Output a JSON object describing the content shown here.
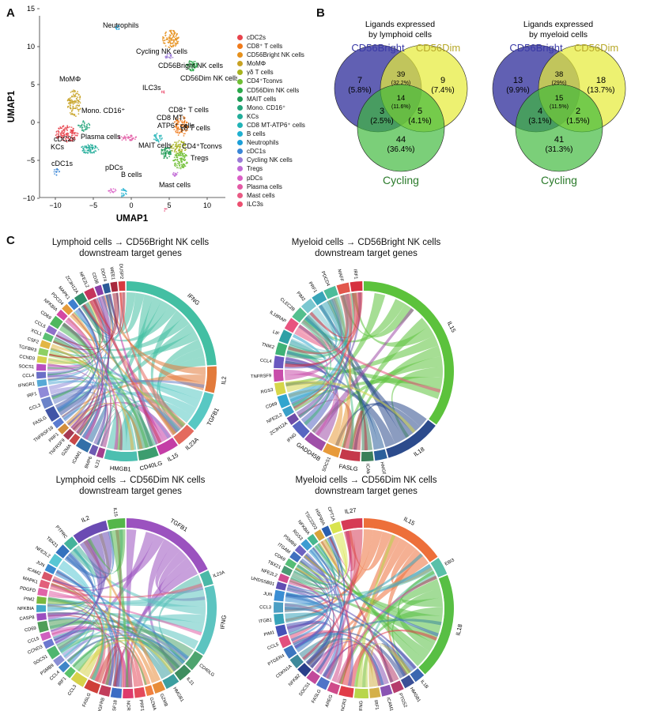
{
  "panels": {
    "a": "A",
    "b": "B",
    "c": "C"
  },
  "umap": {
    "xlabel": "UMAP1",
    "ylabel": "UMAP1",
    "xticks": [
      "−10",
      "−5",
      "0",
      "5",
      "10"
    ],
    "yticks": [
      "15",
      "10",
      "5",
      "0",
      "−5",
      "−10"
    ],
    "cluster_labels": [
      "Neutrophils",
      "Cycling NK cells",
      "CD56Bright NK cells",
      "CD56Dim NK cells",
      "ILC3s",
      "MoMΦ",
      "Mono. CD16⁺",
      "cDC2s",
      "KCs",
      "CD8 MT-",
      "ATP6⁺ cells",
      "Plasma cells",
      "CD8⁺ T cells",
      "γδ T cells",
      "MAIT cells",
      "CD4⁺Tconvs",
      "Tregs",
      "cDC1s",
      "pDCs",
      "B cells",
      "Mast cells"
    ],
    "legend": [
      {
        "label": "cDC2s",
        "color": "#e8434c"
      },
      {
        "label": "CD8⁺ T cells",
        "color": "#f07a1a"
      },
      {
        "label": "CD56Bright NK cells",
        "color": "#e6901c"
      },
      {
        "label": "MoMΦ",
        "color": "#c8a224"
      },
      {
        "label": "γδ T cells",
        "color": "#a7b31e"
      },
      {
        "label": "CD4⁺Tconvs",
        "color": "#6fbe33"
      },
      {
        "label": "CD56Dim NK cells",
        "color": "#2aa94a"
      },
      {
        "label": "MAIT cells",
        "color": "#1f9a55"
      },
      {
        "label": "Mono. CD16⁺",
        "color": "#23a47a"
      },
      {
        "label": "KCs",
        "color": "#22ad9a"
      },
      {
        "label": "CD8 MT-ATP6⁺ cells",
        "color": "#21b3b6"
      },
      {
        "label": "B cells",
        "color": "#1fb0d0"
      },
      {
        "label": "Neutrophils",
        "color": "#1c9fd8"
      },
      {
        "label": "cDC1s",
        "color": "#3a86d6"
      },
      {
        "label": "Cycling NK cells",
        "color": "#9a7ad6"
      },
      {
        "label": "Tregs",
        "color": "#c26bd6"
      },
      {
        "label": "pDCs",
        "color": "#da5fc6"
      },
      {
        "label": "Plasma cells",
        "color": "#e35aa5"
      },
      {
        "label": "Mast cells",
        "color": "#e95a84"
      },
      {
        "label": "ILC3s",
        "color": "#ec4f70"
      }
    ]
  },
  "venn": [
    {
      "title": [
        "Ligands expressed",
        "by lymphoid cells"
      ],
      "labels": {
        "bright": "CD56Bright",
        "dim": "CD56Dim",
        "cycling": "Cycling"
      },
      "regions": [
        {
          "n": "7",
          "p": "(5.8%)"
        },
        {
          "n": "39",
          "p": "(32.2%)"
        },
        {
          "n": "9",
          "p": "(7.4%)"
        },
        {
          "n": "14",
          "p": "(11.6%)"
        },
        {
          "n": "3",
          "p": "(2.5%)"
        },
        {
          "n": "5",
          "p": "(4.1%)"
        },
        {
          "n": "44",
          "p": "(36.4%)"
        }
      ]
    },
    {
      "title": [
        "Ligands expressed",
        "by myeloid cells"
      ],
      "labels": {
        "bright": "CD56Bright",
        "dim": "CD56Dim",
        "cycling": "Cycling"
      },
      "regions": [
        {
          "n": "13",
          "p": "(9.9%)"
        },
        {
          "n": "38",
          "p": "(29%)"
        },
        {
          "n": "18",
          "p": "(13.7%)"
        },
        {
          "n": "15",
          "p": "(11.5%)"
        },
        {
          "n": "4",
          "p": "(3.1%)"
        },
        {
          "n": "2",
          "p": "(1.5%)"
        },
        {
          "n": "41",
          "p": "(31.3%)"
        }
      ]
    }
  ],
  "chords": [
    {
      "title": [
        "Lymphoid cells → CD56Bright NK cells",
        "downstream target genes"
      ],
      "ligands": [
        {
          "label": "IFNG",
          "color": "#43bfa3",
          "w": 40
        },
        {
          "label": "IL2",
          "color": "#e27a3b",
          "w": 8
        },
        {
          "label": "TGFB1",
          "color": "#58c8c3",
          "w": 12
        },
        {
          "label": "IL23A",
          "color": "#e46a5e",
          "w": 6
        },
        {
          "label": "IL15",
          "color": "#c43da6",
          "w": 6
        },
        {
          "label": "CD40LG",
          "color": "#3d9d6f",
          "w": 6
        },
        {
          "label": "HMGB1",
          "color": "#4cbfb0",
          "w": 10
        },
        {
          "label": "IL21",
          "color": "#a33f8e",
          "w": 2
        },
        {
          "label": "BMP6",
          "color": "#6d5bb3",
          "w": 2
        },
        {
          "label": "ICAM1",
          "color": "#3270a8",
          "w": 4
        },
        {
          "label": "GZMA",
          "color": "#c94848",
          "w": 2
        },
        {
          "label": "TNFRSF9",
          "color": "#a73a52",
          "w": 2
        },
        {
          "label": "PRF1",
          "color": "#d28e3c",
          "w": 2
        },
        {
          "label": "TNFRSF18",
          "color": "#5a7bd0",
          "w": 2
        },
        {
          "label": "FASLG",
          "color": "#4155a6",
          "w": 4
        },
        {
          "label": "CCL3",
          "color": "#6b83c9",
          "w": 3
        },
        {
          "label": "IRF1",
          "color": "#8f8ad8",
          "w": 3
        },
        {
          "label": "IFNGR1",
          "color": "#57a9d6",
          "w": 2
        },
        {
          "label": "CCL4",
          "color": "#6a6fc7",
          "w": 2
        },
        {
          "label": "SOCS1",
          "color": "#b84fc0",
          "w": 2
        },
        {
          "label": "CCND3",
          "color": "#d6d04f",
          "w": 2
        },
        {
          "label": "TGFBR3",
          "color": "#8ed063",
          "w": 2
        },
        {
          "label": "CSF2",
          "color": "#e2b645",
          "w": 2
        },
        {
          "label": "XCL1",
          "color": "#5bbf73",
          "w": 2
        },
        {
          "label": "CCL5",
          "color": "#8f6fc9",
          "w": 2
        },
        {
          "label": "CD69",
          "color": "#4fb85d",
          "w": 3
        },
        {
          "label": "NFKBIA",
          "color": "#d447a3",
          "w": 2
        },
        {
          "label": "PDCD4",
          "color": "#e59b3b",
          "w": 2
        },
        {
          "label": "MAPK1",
          "color": "#3f7fcf",
          "w": 2
        },
        {
          "label": "ZC3H12A",
          "color": "#2f8f6a",
          "w": 3
        },
        {
          "label": "NFE2L2",
          "color": "#c5345c",
          "w": 3
        },
        {
          "label": "CD38",
          "color": "#8a3fa6",
          "w": 2
        },
        {
          "label": "DDIT4",
          "color": "#2c5a98",
          "w": 2
        },
        {
          "label": "WEE1",
          "color": "#a8283d",
          "w": 2
        },
        {
          "label": "DUSP2",
          "color": "#d83a40",
          "w": 2
        }
      ]
    },
    {
      "title": [
        "Myeloid cells → CD56Bright NK cells",
        "downstream target genes"
      ],
      "ligands": [
        {
          "label": "IL15",
          "color": "#5cc23c",
          "w": 48
        },
        {
          "label": "IL18",
          "color": "#2c4b8c",
          "w": 14
        },
        {
          "label": "HMGB1",
          "color": "#2b5f9b",
          "w": 3
        },
        {
          "label": "ICAM1",
          "color": "#3b7f5a",
          "w": 3
        },
        {
          "label": "FASLG",
          "color": "#c5384a",
          "w": 5
        },
        {
          "label": "SOCS1",
          "color": "#e79a3b",
          "w": 4
        },
        {
          "label": "GADD45B",
          "color": "#9f4fa8",
          "w": 5
        },
        {
          "label": "IFNG",
          "color": "#5866c2",
          "w": 4
        },
        {
          "label": "ZC3H12A",
          "color": "#6f4da8",
          "w": 2
        },
        {
          "label": "NFE2L2",
          "color": "#3aa0c9",
          "w": 2
        },
        {
          "label": "CD69",
          "color": "#31a5cf",
          "w": 3
        },
        {
          "label": "RGS3",
          "color": "#d6d64a",
          "w": 3
        },
        {
          "label": "TNFRSF9",
          "color": "#c84caa",
          "w": 3
        },
        {
          "label": "CCL4",
          "color": "#6a58c0",
          "w": 3
        },
        {
          "label": "TNIK2",
          "color": "#3fb276",
          "w": 3
        },
        {
          "label": "LIF",
          "color": "#2fa0a6",
          "w": 3
        },
        {
          "label": "IL18RAP",
          "color": "#e8547f",
          "w": 3
        },
        {
          "label": "CLEC2B",
          "color": "#54bf8e",
          "w": 3
        },
        {
          "label": "PIM2",
          "color": "#7ac7d0",
          "w": 3
        },
        {
          "label": "PRF1",
          "color": "#38a5b8",
          "w": 3
        },
        {
          "label": "PDCD4",
          "color": "#4dbc9a",
          "w": 3
        },
        {
          "label": "MAFF",
          "color": "#e2574c",
          "w": 3
        },
        {
          "label": "IRF1",
          "color": "#d63140",
          "w": 3
        }
      ]
    },
    {
      "title": [
        "Lymphoid cells → CD56Dim NK cells",
        "downstream target genes"
      ],
      "ligands": [
        {
          "label": "TGFB1",
          "color": "#9b52bf",
          "w": 28
        },
        {
          "label": "IL23A",
          "color": "#4ab8a7",
          "w": 4
        },
        {
          "label": "IFNG",
          "color": "#5cc4c0",
          "w": 20
        },
        {
          "label": "CD40LG",
          "color": "#4da46e",
          "w": 5
        },
        {
          "label": "IL21",
          "color": "#3e8d5f",
          "w": 4
        },
        {
          "label": "HMGB1",
          "color": "#3c9fa0",
          "w": 4
        },
        {
          "label": "GZMB",
          "color": "#e88d3a",
          "w": 3
        },
        {
          "label": "GZMA",
          "color": "#f08040",
          "w": 2
        },
        {
          "label": "PRF1",
          "color": "#e44a5b",
          "w": 3
        },
        {
          "label": "NCR3",
          "color": "#de3a6c",
          "w": 3
        },
        {
          "label": "TNFRSF18",
          "color": "#3b6cc4",
          "w": 3
        },
        {
          "label": "PDGFRB",
          "color": "#c23d5a",
          "w": 3
        },
        {
          "label": "FASLG",
          "color": "#cf3f39",
          "w": 4
        },
        {
          "label": "CCL3",
          "color": "#d6d24a",
          "w": 4
        },
        {
          "label": "IRF1",
          "color": "#59c26b",
          "w": 2
        },
        {
          "label": "CCL4",
          "color": "#3f86c8",
          "w": 2
        },
        {
          "label": "PSMB9",
          "color": "#8a8fd5",
          "w": 2
        },
        {
          "label": "SOCS1",
          "color": "#50b670",
          "w": 3
        },
        {
          "label": "CCND3",
          "color": "#6c78cf",
          "w": 2
        },
        {
          "label": "CCL5",
          "color": "#cf60bf",
          "w": 2
        },
        {
          "label": "CD69",
          "color": "#4f9e58",
          "w": 3
        },
        {
          "label": "CASP8",
          "color": "#9b4ec0",
          "w": 2
        },
        {
          "label": "NFKBIA",
          "color": "#44a9c9",
          "w": 2
        },
        {
          "label": "PIM2",
          "color": "#7ab83f",
          "w": 2
        },
        {
          "label": "PDGFD",
          "color": "#e063a8",
          "w": 2
        },
        {
          "label": "MAPK1",
          "color": "#e25f7a",
          "w": 2
        },
        {
          "label": "ICAM2",
          "color": "#d8576a",
          "w": 2
        },
        {
          "label": "JUN",
          "color": "#3a8ad0",
          "w": 2
        },
        {
          "label": "NFE2L2",
          "color": "#58c7d4",
          "w": 3
        },
        {
          "label": "TBX21",
          "color": "#3472be",
          "w": 3
        },
        {
          "label": "PTPRC",
          "color": "#45b39b",
          "w": 3
        },
        {
          "label": "IL2",
          "color": "#6a4bb3",
          "w": 10
        },
        {
          "label": "IL15",
          "color": "#55b64a",
          "w": 5
        }
      ]
    },
    {
      "title": [
        "Myeloid cells → CD56Dim NK cells",
        "downstream target genes"
      ],
      "ligands": [
        {
          "label": "IL15",
          "color": "#ed6f3a",
          "w": 24
        },
        {
          "label": "EBI3",
          "color": "#5ac0a8",
          "w": 5
        },
        {
          "label": "IL18",
          "color": "#58bf44",
          "w": 30
        },
        {
          "label": "IL1B",
          "color": "#3a67b0",
          "w": 3
        },
        {
          "label": "HMGB1",
          "color": "#3b4f96",
          "w": 3
        },
        {
          "label": "PTGS2",
          "color": "#b53c6c",
          "w": 3
        },
        {
          "label": "ICAM1",
          "color": "#8a54b3",
          "w": 3
        },
        {
          "label": "IRF1",
          "color": "#d4b04a",
          "w": 3
        },
        {
          "label": "IFNG",
          "color": "#b8d64a",
          "w": 4
        },
        {
          "label": "NCR3",
          "color": "#e13d48",
          "w": 4
        },
        {
          "label": "AREG",
          "color": "#cf4b8a",
          "w": 3
        },
        {
          "label": "FASLG",
          "color": "#4f74c8",
          "w": 3
        },
        {
          "label": "SOCS1",
          "color": "#c24a9b",
          "w": 3
        },
        {
          "label": "NFKB2",
          "color": "#2a3f8a",
          "w": 3
        },
        {
          "label": "CDKN1A",
          "color": "#3e8a9c",
          "w": 3
        },
        {
          "label": "PTGER4",
          "color": "#3d76c0",
          "w": 3
        },
        {
          "label": "CCL5",
          "color": "#e24f7e",
          "w": 3
        },
        {
          "label": "PIM1",
          "color": "#4552b8",
          "w": 3
        },
        {
          "label": "ITGB1",
          "color": "#37a3b9",
          "w": 3
        },
        {
          "label": "CCL3",
          "color": "#4c9fc4",
          "w": 3
        },
        {
          "label": "JUN",
          "color": "#3b8ed4",
          "w": 3
        },
        {
          "label": "UHDSSB01",
          "color": "#5f4eb2",
          "w": 2
        },
        {
          "label": "NFE2L2",
          "color": "#d04c8f",
          "w": 2
        },
        {
          "label": "TBX21",
          "color": "#4a9a73",
          "w": 2
        },
        {
          "label": "CD69",
          "color": "#56bd76",
          "w": 2
        },
        {
          "label": "ITGAM",
          "color": "#3f6fbf",
          "w": 2
        },
        {
          "label": "PSMB9",
          "color": "#6d63c1",
          "w": 2
        },
        {
          "label": "RGS3",
          "color": "#3c9cd2",
          "w": 2
        },
        {
          "label": "NFKBIA",
          "color": "#47b78f",
          "w": 2
        },
        {
          "label": "TSC22D3",
          "color": "#d8a33b",
          "w": 2
        },
        {
          "label": "HSP90A",
          "color": "#2a5fb0",
          "w": 2
        },
        {
          "label": "CPT1A",
          "color": "#d9e44f",
          "w": 3
        },
        {
          "label": "IL27",
          "color": "#d63b55",
          "w": 6
        }
      ]
    }
  ]
}
